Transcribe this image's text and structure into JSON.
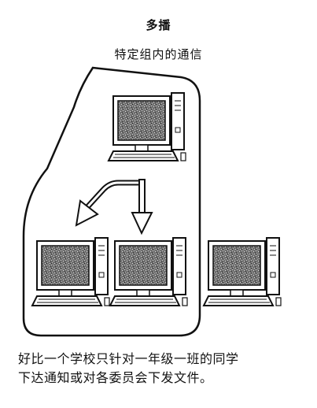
{
  "title": "多播",
  "subtitle": "特定组内的通信",
  "caption": {
    "line1": "好比一个学校只针对一年级一班的同学",
    "line2": "下达通知或对各委员会下发文件。"
  },
  "diagram": {
    "group_members": 3,
    "outside_group": 1
  }
}
